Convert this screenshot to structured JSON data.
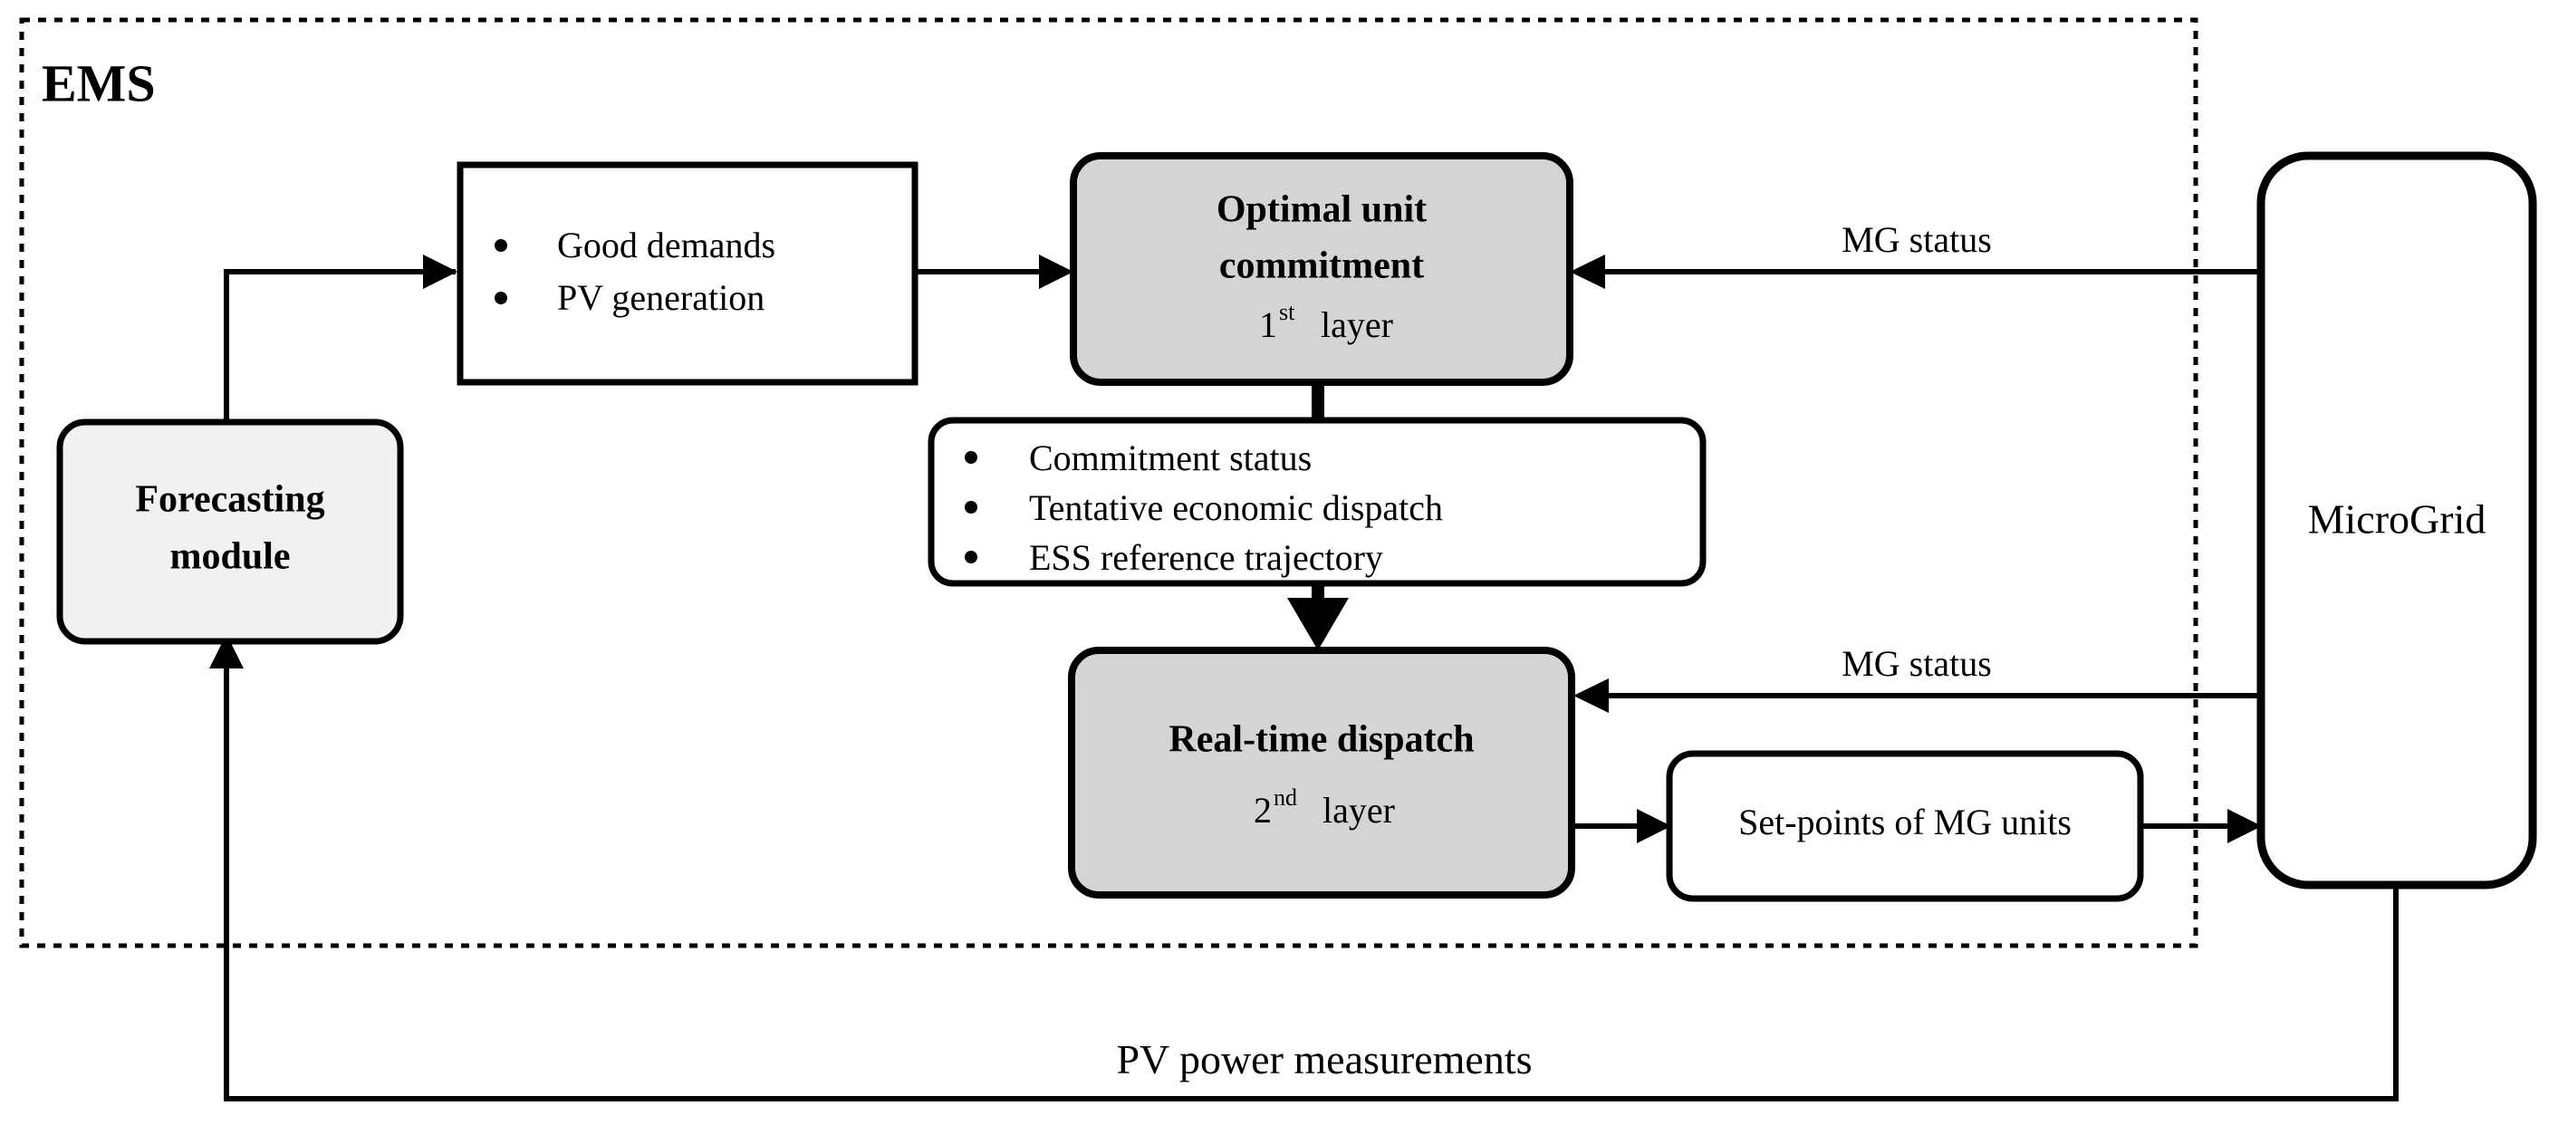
{
  "diagram": {
    "title": "EMS",
    "boxes": {
      "forecasting": {
        "line1": "Forecasting",
        "line2": "module"
      },
      "inputs": {
        "bullets": [
          "Good demands",
          "PV generation"
        ]
      },
      "unit_commitment": {
        "line1": "Optimal unit",
        "line2": "commitment",
        "layer_number": "1",
        "layer_suffix": "st",
        "layer_word": "layer"
      },
      "intermediate": {
        "bullets": [
          "Commitment status",
          "Tentative economic dispatch",
          "ESS reference trajectory"
        ]
      },
      "realtime_dispatch": {
        "line1": "Real-time dispatch",
        "layer_number": "2",
        "layer_suffix": "nd",
        "layer_word": "layer"
      },
      "setpoints": {
        "label": "Set-points of MG units"
      },
      "microgrid": {
        "label": "MicroGrid"
      }
    },
    "edge_labels": {
      "mg_status_top": "MG status",
      "mg_status_bottom": "MG status",
      "pv_power": "PV power measurements"
    },
    "colors": {
      "layer_box_fill": "#d4d4d4",
      "forecasting_fill": "#f1f1f1",
      "plain_fill": "#ffffff",
      "stroke": "#000000",
      "background": "#ffffff"
    }
  }
}
